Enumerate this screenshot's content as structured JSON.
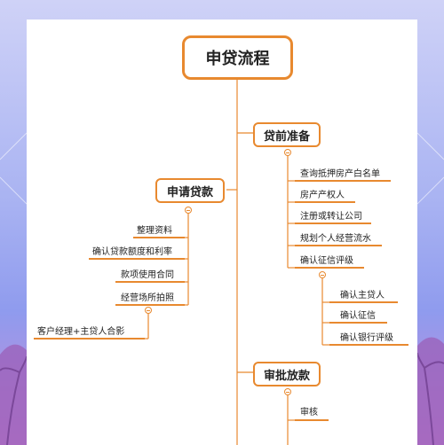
{
  "root": {
    "label": "申贷流程"
  },
  "branches": {
    "prep": {
      "label": "贷前准备",
      "items": [
        "查询抵押房产白名单",
        "房产产权人",
        "注册或转让公司",
        "规划个人经营流水",
        "确认征信评级"
      ],
      "credit_items": [
        "确认主贷人",
        "确认征信",
        "确认银行评级"
      ]
    },
    "apply": {
      "label": "申请贷款",
      "items": [
        "整理资料",
        "确认贷款额度和利率",
        "款项使用合同",
        "经营场所拍照"
      ],
      "extra": "客户经理+主贷人合影"
    },
    "approve": {
      "label": "审批放款",
      "items": [
        "审核"
      ]
    }
  },
  "colors": {
    "accent": "#e8892f",
    "line_blue": "#5b79c8"
  }
}
